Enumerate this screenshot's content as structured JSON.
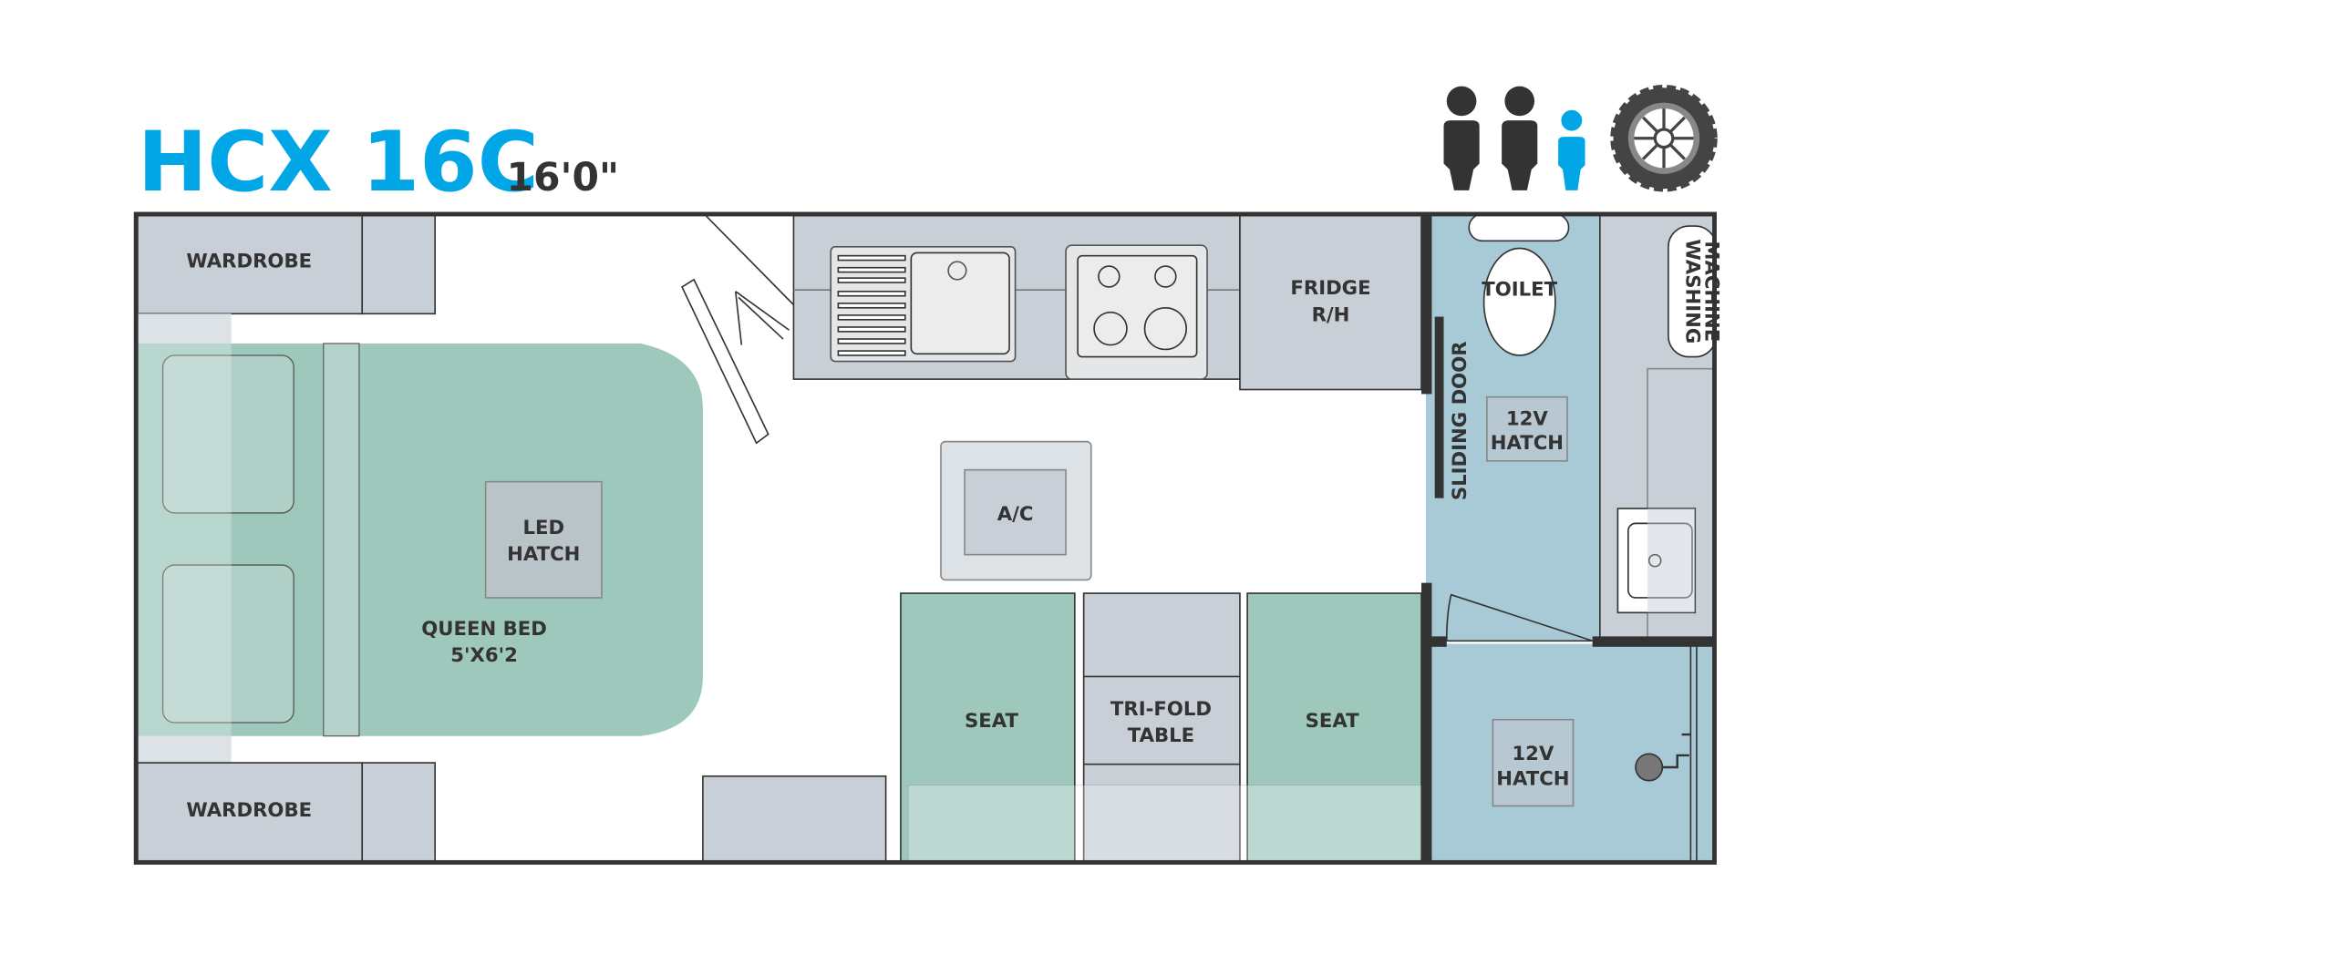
{
  "header": {
    "model": "HCX 16C",
    "length": "16'0\""
  },
  "sleeps": {
    "adults": 2,
    "children": 1,
    "icons": [
      "adult-icon",
      "adult-icon",
      "child-icon",
      "offroad-wheel-icon"
    ]
  },
  "colors": {
    "brand": "#00a6e6",
    "wall": "#333333",
    "cabinet": "#c8cfd7",
    "bed": "#9fc8bc",
    "bathroom": "#a8c9d6"
  },
  "labels": {
    "wardrobe_top": "WARDROBE",
    "wardrobe_bottom": "WARDROBE",
    "led_hatch_1": "LED",
    "led_hatch_2": "HATCH",
    "queen_bed_1": "QUEEN BED",
    "queen_bed_2": "5'X6'2",
    "fridge_1": "FRIDGE",
    "fridge_2": "R/H",
    "toilet": "TOILET",
    "washing_1": "WASHING",
    "washing_2": "MACHINE",
    "sliding_door": "SLIDING DOOR",
    "hatch_top_1": "12V",
    "hatch_top_2": "HATCH",
    "hatch_bottom_1": "12V",
    "hatch_bottom_2": "HATCH",
    "ac": "A/C",
    "seat_left": "SEAT",
    "seat_right": "SEAT",
    "table_1": "TRI-FOLD",
    "table_2": "TABLE"
  }
}
